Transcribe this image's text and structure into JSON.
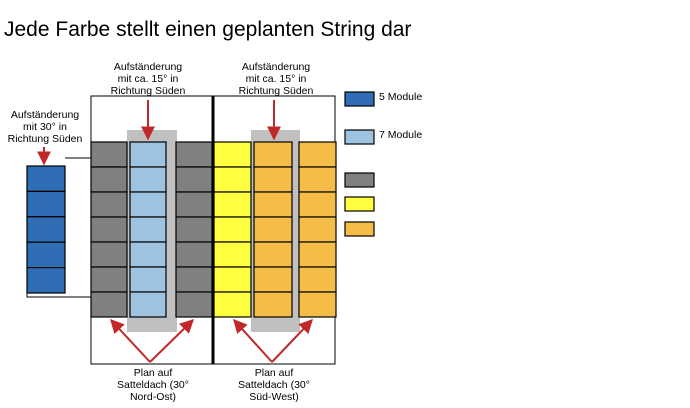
{
  "title": "Jede Farbe stellt einen geplanten String dar",
  "annotations": {
    "left_top": [
      "Aufständerung",
      "mit ca. 15° in",
      "Richtung Süden"
    ],
    "right_top": [
      "Aufständerung",
      "mit ca. 15° in",
      "Richtung Süden"
    ],
    "far_left": [
      "Aufständerung",
      "mit 30° in",
      "Richtung Süden"
    ],
    "bottom_left": [
      "Plan auf",
      "Satteldach (30°",
      "Nord-Ost)"
    ],
    "bottom_right": [
      "Plan auf",
      "Satteldach (30°",
      "Süd-West)"
    ]
  },
  "legend": [
    {
      "color": "#2f6db5",
      "label": "5 Module"
    },
    {
      "color": "#9dc3e0",
      "label": "7 Module"
    },
    {
      "color": "#808080",
      "label": ""
    },
    {
      "color": "#ffff40",
      "label": ""
    },
    {
      "color": "#f5bd48",
      "label": ""
    }
  ],
  "colors": {
    "blue": "#2f6db5",
    "light_blue": "#9dc3e0",
    "gray": "#808080",
    "yellow": "#ffff40",
    "orange": "#f5bd48",
    "stand": "#c0c0c0",
    "arrow": "#c0282a"
  },
  "strings": [
    {
      "name": "far-left-blue",
      "color": "#2f6db5",
      "modules": 5
    },
    {
      "name": "left-gray",
      "color": "#808080",
      "modules": 7
    },
    {
      "name": "center-light-blue",
      "color": "#9dc3e0",
      "modules": 7
    },
    {
      "name": "center-gray",
      "color": "#808080",
      "modules": 7
    },
    {
      "name": "yellow",
      "color": "#ffff40",
      "modules": 7
    },
    {
      "name": "orange-inner",
      "color": "#f5bd48",
      "modules": 7
    },
    {
      "name": "orange-outer",
      "color": "#f5bd48",
      "modules": 7
    }
  ]
}
